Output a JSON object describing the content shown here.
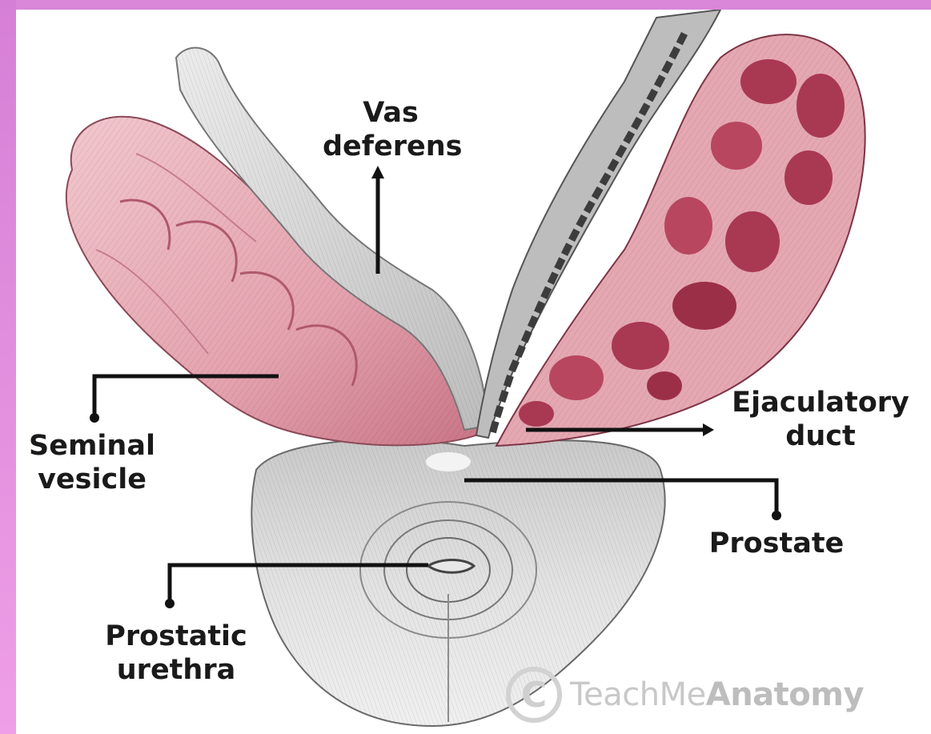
{
  "labels": {
    "vas_deferens": [
      "Vas",
      "deferens"
    ],
    "seminal_vesicle": [
      "Seminal",
      "vesicle"
    ],
    "ejaculatory_duct": [
      "Ejaculatory",
      "duct"
    ],
    "prostate": [
      "Prostate"
    ],
    "prostatic_urethra": [
      "Prostatic",
      "urethra"
    ]
  },
  "watermark": {
    "symbol": "C",
    "part1": "TeachMe",
    "part2": "Anatomy"
  },
  "colors": {
    "frame": "#e48ee4",
    "vesicle": "#e7aeb6",
    "vesicle_dark": "#b8566a",
    "vas": "#d9d9d9",
    "prostate": "#d4d4d4",
    "section_interior": "#a93853",
    "leader_line": "#111111"
  }
}
